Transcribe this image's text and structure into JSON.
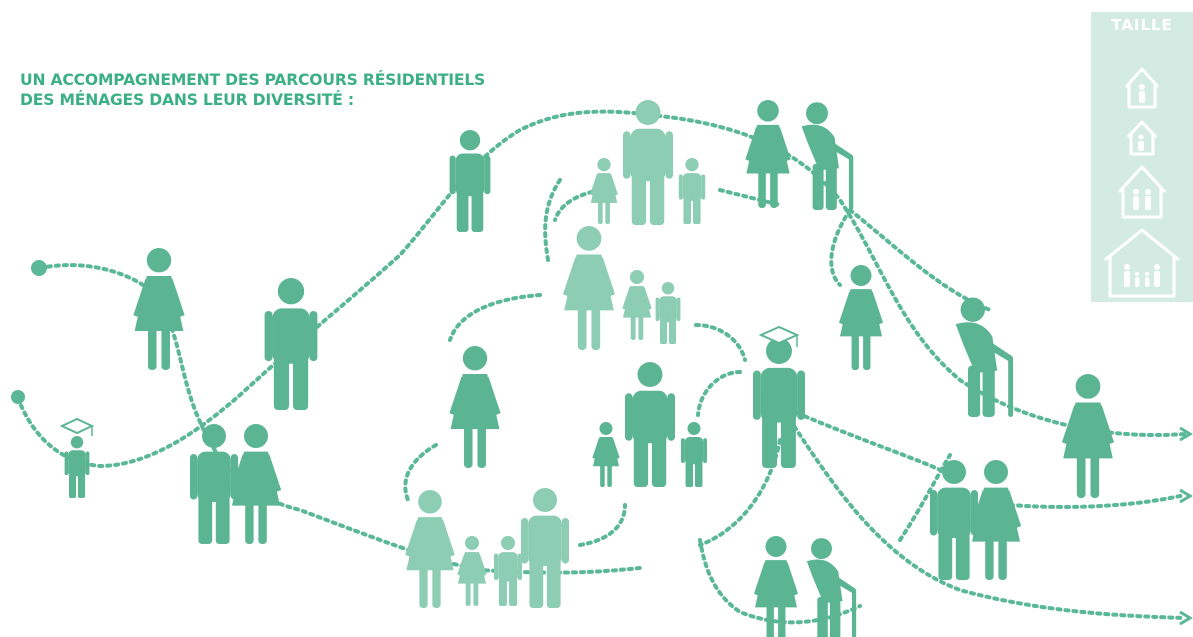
{
  "title": {
    "line1": "UN ACCOMPAGNEMENT DES PARCOURS RÉSIDENTIELS",
    "line2": "DES MÉNAGES DANS LEUR DIVERSITÉ :"
  },
  "legend": {
    "label": "TAILLE",
    "panel_color": "#d3ebe2",
    "house_color": "#ffffff",
    "items": [
      {
        "name": "house-single-person-icon"
      },
      {
        "name": "house-elderly-person-icon"
      },
      {
        "name": "house-couple-icon"
      },
      {
        "name": "house-family-icon"
      }
    ]
  },
  "colors": {
    "title": "#3daf85",
    "dark": "#5bb592",
    "light": "#8ccdb3",
    "path": "#5ab898"
  }
}
